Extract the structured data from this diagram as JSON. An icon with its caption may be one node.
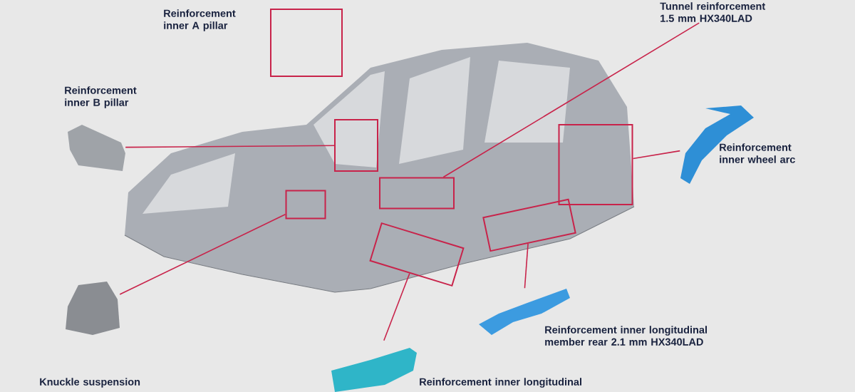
{
  "diagram": {
    "nodes": [
      {
        "text": [
          "Tunnel reinforcement 1.5 mm HX340LAD"
        ]
      },
      {
        "text": [
          "Reinforcement inner A pillar"
        ]
      },
      {
        "text": [
          "Reinforcement inner B pillar"
        ]
      },
      {
        "text": [],
        "shape": "picture"
      },
      {
        "text": [],
        "shape": "box"
      },
      {
        "text": [],
        "shape": "box"
      },
      {
        "text": [],
        "shape": "picture"
      },
      {
        "text": [
          "Reinforcement inner wheel arc"
        ]
      },
      {
        "text": [],
        "shape": "box"
      },
      {
        "text": [],
        "shape": "box"
      },
      {
        "text": [],
        "shape": "box"
      },
      {
        "text": [],
        "shape": "box"
      },
      {
        "text": [],
        "shape": "box"
      },
      {
        "text": [],
        "shape": "picture"
      },
      {
        "text": [],
        "shape": "picture"
      },
      {
        "text": [
          "Reinforcement inner longitudinal member rear 2.1 mm HX340LAD"
        ]
      },
      {
        "text": [],
        "shape": "picture"
      },
      {
        "text": [
          "Knuckle suspension"
        ]
      },
      {
        "text": [
          "Reinforcement inner longitudinal"
        ]
      }
    ],
    "edges": [
      {
        "from": 0,
        "to": 9,
        "arrow": "none"
      },
      {
        "from": 3,
        "to": 5,
        "arrow": "none"
      },
      {
        "from": 6,
        "to": 8,
        "arrow": "none"
      },
      {
        "from": 13,
        "to": 10,
        "arrow": "none"
      },
      {
        "from": 16,
        "to": 12,
        "arrow": "none"
      },
      {
        "from": 14,
        "to": 11,
        "arrow": "none"
      }
    ]
  }
}
